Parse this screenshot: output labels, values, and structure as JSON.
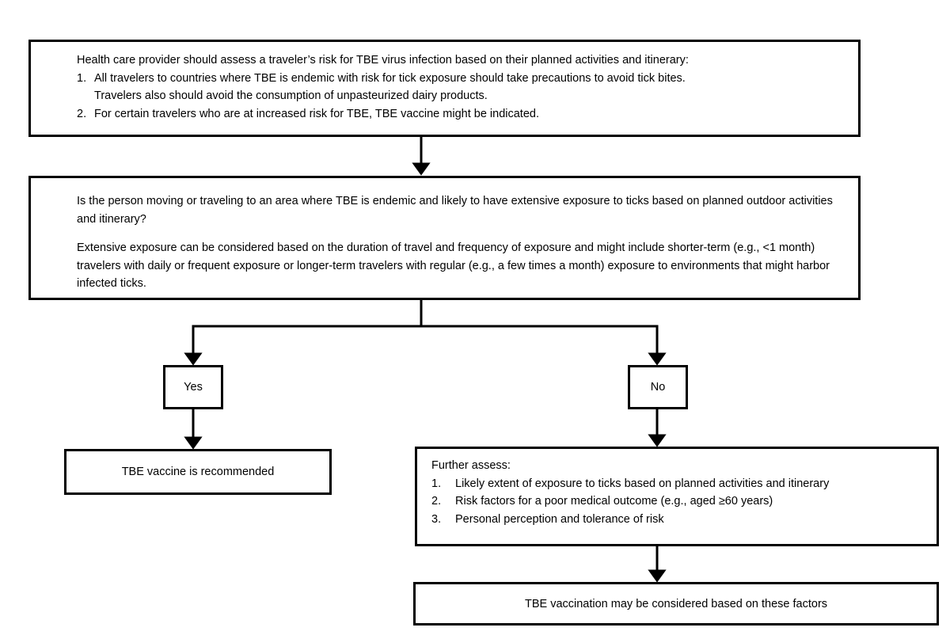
{
  "figure": {
    "type": "decision-flowchart",
    "topic": "Tick-borne encephalitis (TBE) vaccination decision algorithm",
    "orientation": "top-to-bottom",
    "accent_color": "#000000",
    "background_color": "#ffffff"
  },
  "nodes": {
    "intro": {
      "id": "intro",
      "kind": "process",
      "lead": "Health care provider should assess a traveler’s risk for TBE virus infection based on their planned activities and itinerary:",
      "items": [
        {
          "number": "1.",
          "text": "All travelers to countries where TBE is endemic with risk for tick exposure should take precautions to avoid tick bites.",
          "continuation": "Travelers also should avoid the consumption of unpasteurized dairy products."
        },
        {
          "number": "2.",
          "text": "For certain travelers who are at increased risk for TBE, TBE vaccine might be indicated.",
          "continuation": ""
        }
      ]
    },
    "question": {
      "id": "question",
      "kind": "decision",
      "paragraph1": "Is the person moving or traveling to an area where TBE is endemic and likely to have extensive exposure to ticks based on planned outdoor activities and itinerary?",
      "paragraph2": "Extensive exposure can be considered based on the duration of travel and frequency of exposure and might include shorter-term (e.g., <1 month) travelers with daily or frequent exposure or longer-term travelers with regular (e.g., a few times a month) exposure to environments that might harbor infected ticks."
    },
    "yes": {
      "id": "yes",
      "kind": "branch-label",
      "label": "Yes"
    },
    "no": {
      "id": "no",
      "kind": "branch-label",
      "label": "No"
    },
    "recommended": {
      "id": "recommended",
      "kind": "terminal",
      "label": "TBE vaccine is recommended"
    },
    "further": {
      "id": "further",
      "kind": "process",
      "lead": "Further assess:",
      "items": [
        {
          "number": "1.",
          "text": "Likely extent of exposure to ticks based on planned activities and itinerary"
        },
        {
          "number": "2.",
          "text": "Risk factors for a poor medical outcome (e.g., aged ≥60 years)"
        },
        {
          "number": "3.",
          "text": "Personal perception and tolerance of risk"
        }
      ]
    },
    "considered": {
      "id": "considered",
      "kind": "terminal",
      "label": "TBE vaccination may be considered based on these factors"
    }
  },
  "edges": [
    {
      "from": "intro",
      "to": "question",
      "label": ""
    },
    {
      "from": "question",
      "to": "yes",
      "label": ""
    },
    {
      "from": "question",
      "to": "no",
      "label": ""
    },
    {
      "from": "yes",
      "to": "recommended",
      "label": ""
    },
    {
      "from": "no",
      "to": "further",
      "label": ""
    },
    {
      "from": "further",
      "to": "considered",
      "label": ""
    }
  ]
}
